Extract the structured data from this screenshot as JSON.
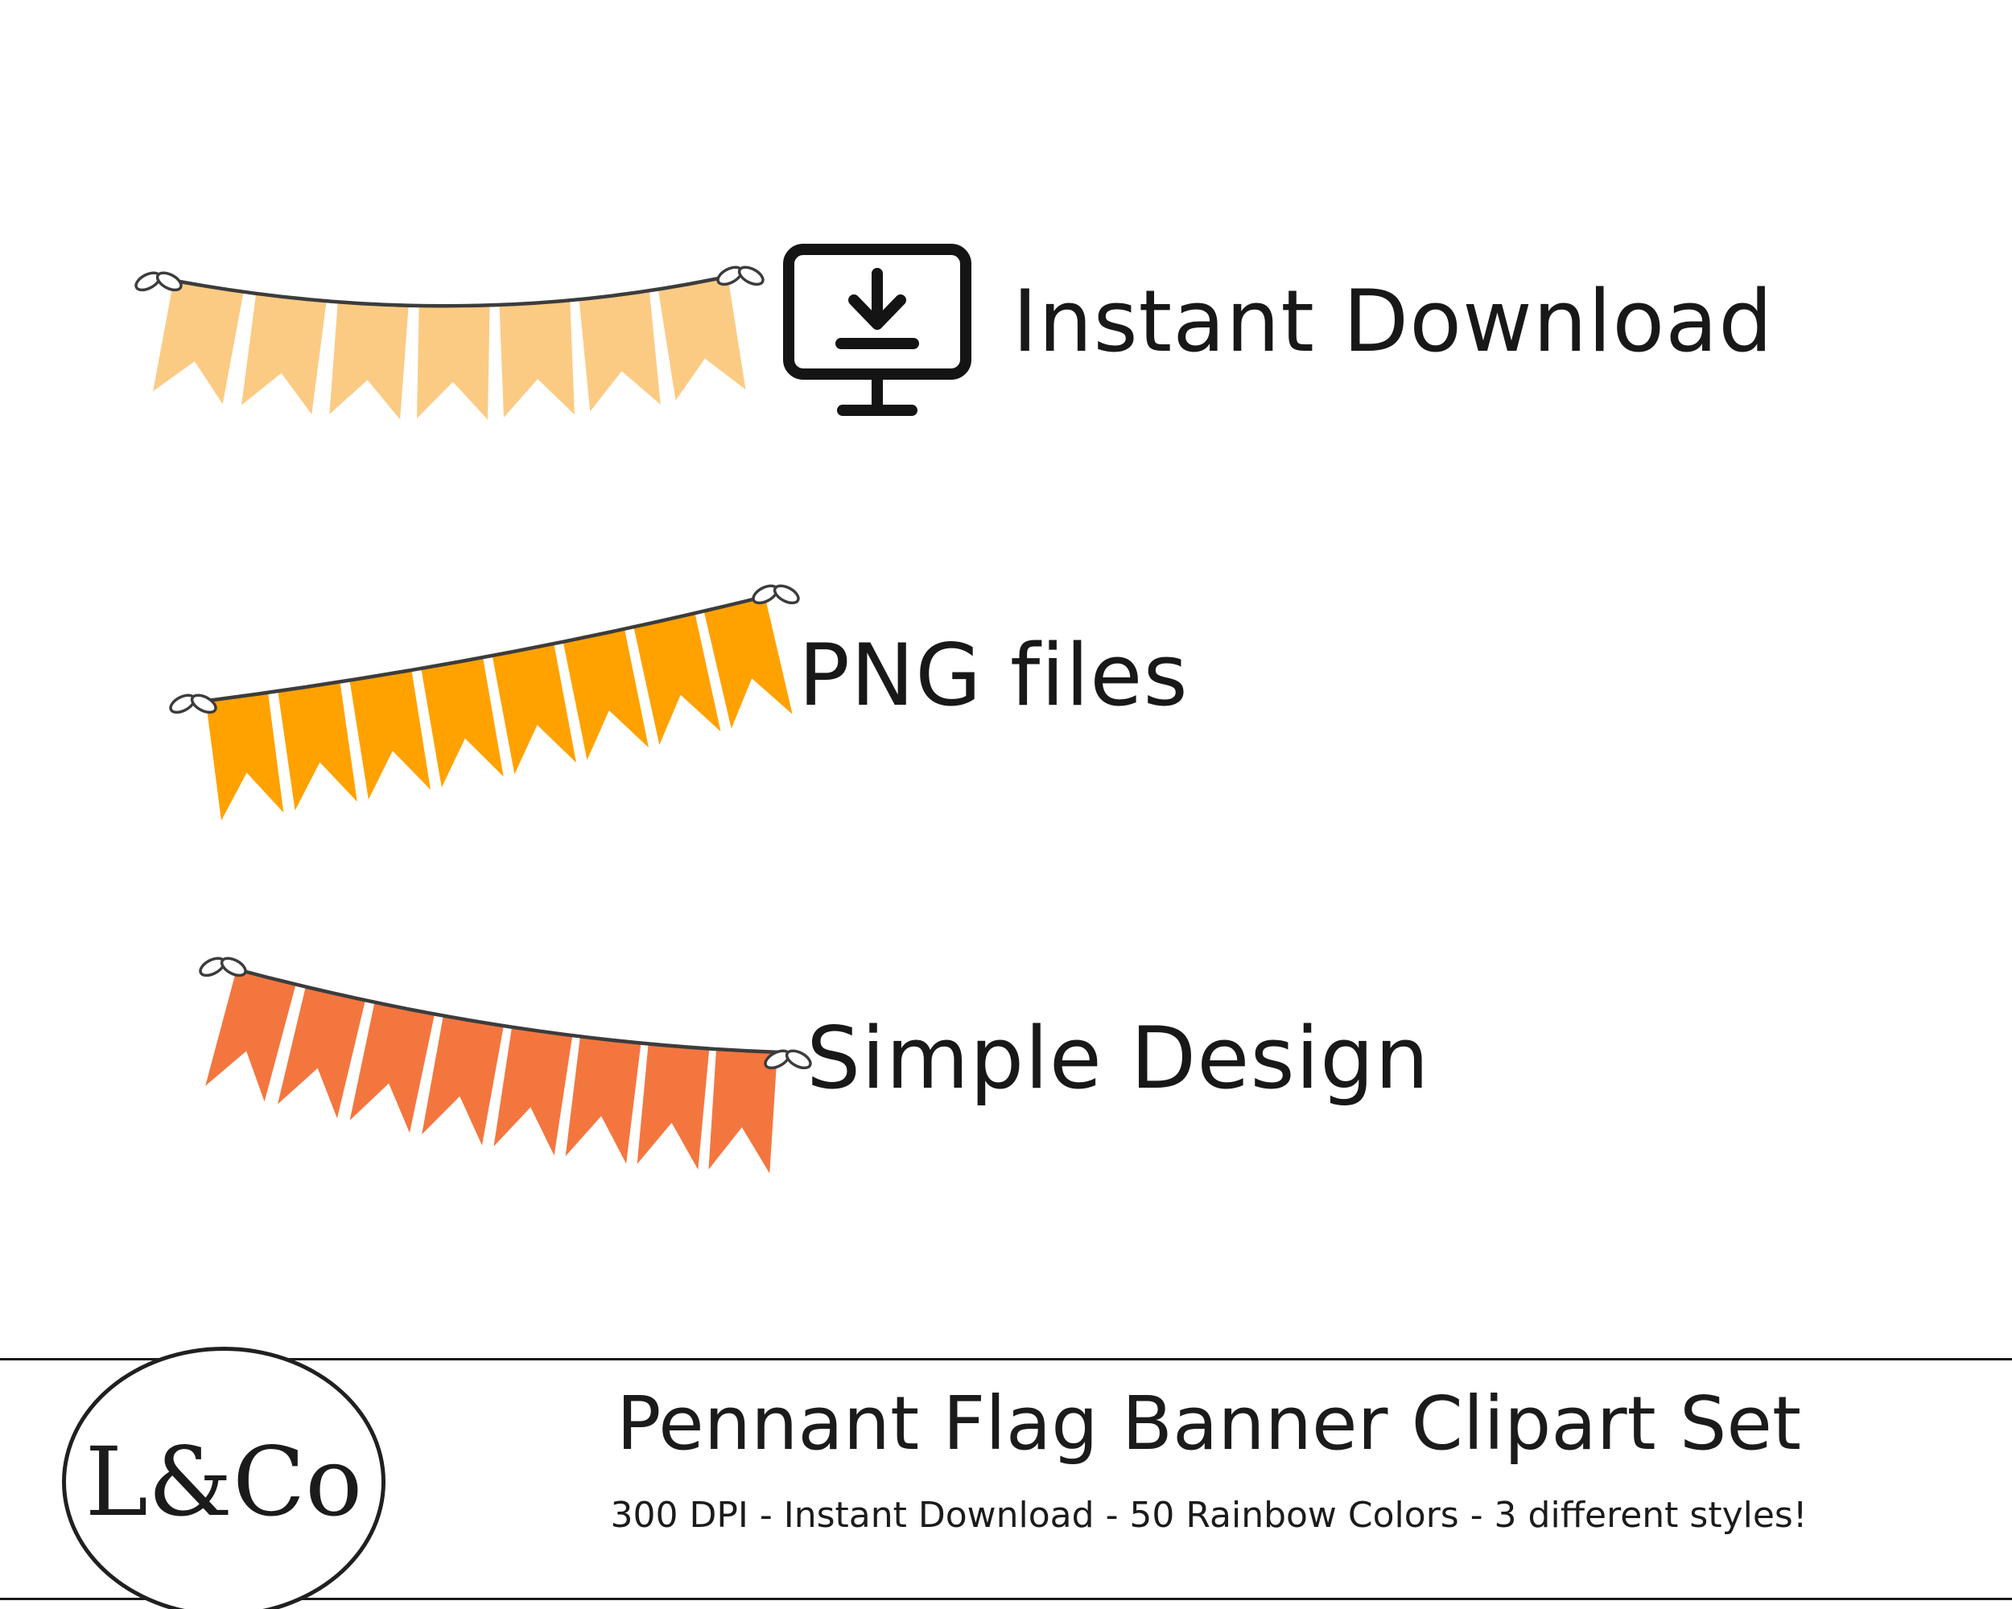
{
  "colors": {
    "ink": "#1b1b1b",
    "string": "#3c3c3c",
    "banner_light_orange": "#FBCB84",
    "banner_orange": "#FFA200",
    "banner_dark_orange": "#F4763F"
  },
  "features": [
    {
      "label": "Instant Download",
      "banner_color": "#FBCB84",
      "icon": "monitor-download-icon"
    },
    {
      "label": "PNG files",
      "banner_color": "#FFA200"
    },
    {
      "label": "Simple Design",
      "banner_color": "#F4763F"
    }
  ],
  "footer": {
    "logo": "L&Co",
    "title": "Pennant Flag Banner Clipart Set",
    "subtitle": "300 DPI - Instant Download - 50 Rainbow Colors - 3 different styles!"
  }
}
